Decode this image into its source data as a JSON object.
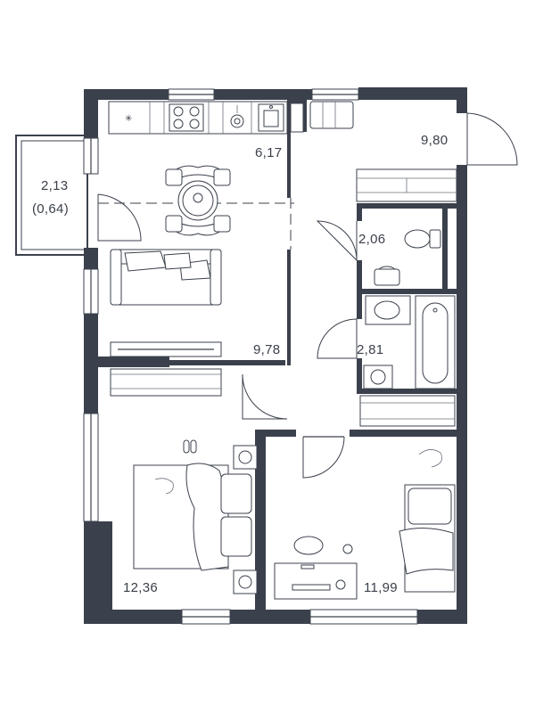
{
  "floor_plan": {
    "rooms": [
      {
        "id": "kitchen",
        "area": "6,17"
      },
      {
        "id": "hallway",
        "area": "9,80"
      },
      {
        "id": "balcony",
        "area": "2,13",
        "area_reduced": "(0,64)"
      },
      {
        "id": "toilet",
        "area": "2,06"
      },
      {
        "id": "bathroom",
        "area": "2,81"
      },
      {
        "id": "living",
        "area": "9,78"
      },
      {
        "id": "bedroom-left",
        "area": "12,36"
      },
      {
        "id": "bedroom-right",
        "area": "11,99"
      }
    ]
  },
  "colors": {
    "wall": "#3b414c",
    "text": "#3b404a",
    "background": "#ffffff"
  }
}
